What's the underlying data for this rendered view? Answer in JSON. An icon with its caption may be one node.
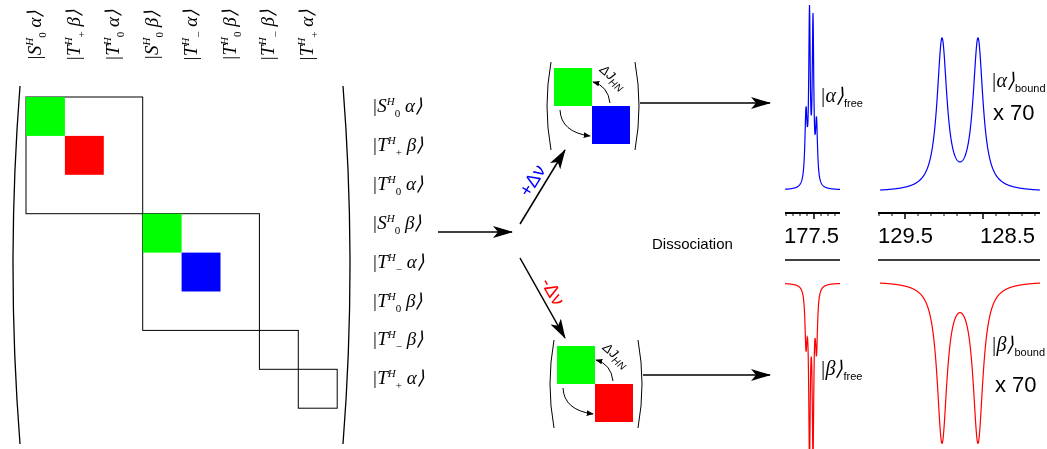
{
  "diagram": {
    "nodes": [
      {
        "text": [
          "|S$^{H}$$_{0}$ α⟩",
          "|T$^{H}$$_{+}$ β⟩",
          "|T$^{H}$$_{0}$ α⟩",
          "|S$^{H}$$_{0}$ β⟩",
          "|T$^{H}$$_{−}$ α⟩",
          "|T$^{H}$$_{0}$ β⟩",
          "|T$^{H}$$_{−}$ β⟩",
          "|T$^{H}$$_{+}$ α⟩",
          "|S$^{H}$$_{0}$ α⟩",
          "|T$^{H}$$_{+}$ β⟩",
          "|T$^{H}$$_{0}$ α⟩",
          "|S$^{H}$$_{0}$ β⟩",
          "|T$^{H}$$_{−}$ α⟩",
          "|T$^{H}$$_{0}$ β⟩",
          "|T$^{H}$$_{−}$ β⟩",
          "|T$^{H}$$_{+}$ α⟩"
        ]
      },
      {
        "text": [
          "ΔJ$_{HN}$"
        ]
      },
      {
        "text": [
          "ΔJ$_{HN}$"
        ]
      },
      {
        "text": [
          "|α⟩$_{free}$"
        ]
      },
      {
        "text": [
          "|α⟩$_{bound}$",
          "x 70"
        ]
      },
      {
        "text": [
          "|β⟩$_{free}$"
        ]
      },
      {
        "text": [
          "|β⟩$_{bound}$",
          "x 70"
        ]
      }
    ],
    "edges": [
      {
        "from": 0,
        "to": null,
        "arrow": "to"
      },
      {
        "from": null,
        "to": 1,
        "arrow": "to",
        "label": "+Δν"
      },
      {
        "from": null,
        "to": 2,
        "arrow": "to",
        "label": "-Δν"
      },
      {
        "from": 1,
        "to": 3,
        "arrow": "to"
      },
      {
        "from": 2,
        "to": 5,
        "arrow": "to"
      }
    ],
    "labels": [
      "Dissociation",
      "177.5",
      "129.5",
      "128.5"
    ]
  }
}
